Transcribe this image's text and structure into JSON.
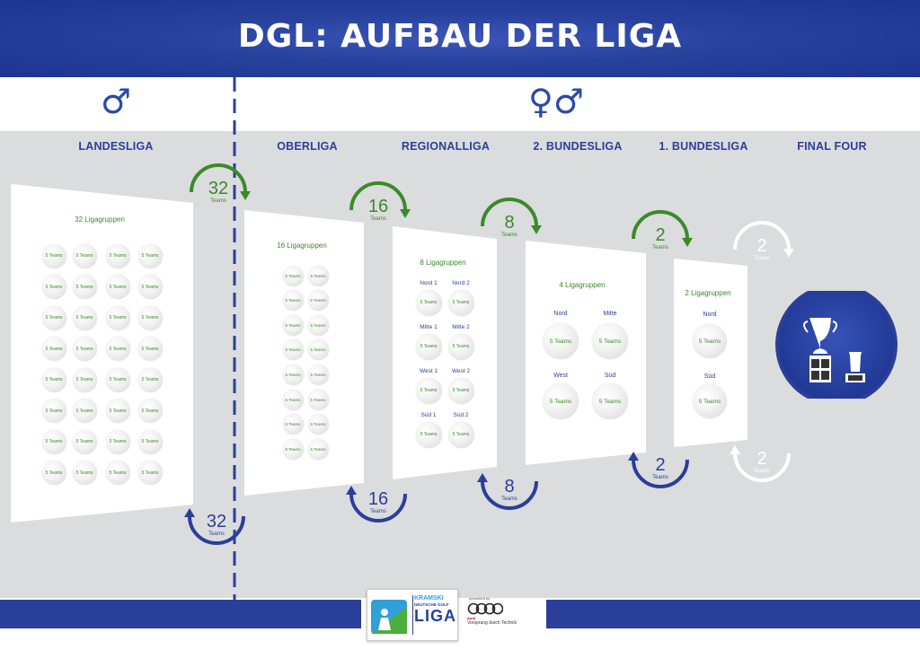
{
  "title": "DGL: AUFBAU DER LIGA",
  "gender": {
    "men": "♂",
    "mixed": "♀♂"
  },
  "columns": [
    "LANDESLIGA",
    "OBERLIGA",
    "REGIONALLIGA",
    "2. BUNDESLIGA",
    "1. BUNDESLIGA",
    "FINAL FOUR"
  ],
  "panels": [
    {
      "label": "32 Ligagruppen",
      "ball_text": "5 Teams",
      "rows": 8,
      "cols": 4
    },
    {
      "label": "16 Ligagruppen",
      "ball_text": "5 Teams",
      "rows": 8,
      "cols": 2
    },
    {
      "label": "8 Ligagruppen",
      "ball_text": "5 Teams",
      "regions": [
        "Nord 1",
        "Nord 2",
        "Mitte 1",
        "Mitte 2",
        "West 1",
        "West 2",
        "Süd 1",
        "Süd 2"
      ]
    },
    {
      "label": "4 Ligagruppen",
      "ball_text": "5 Teams",
      "regions": [
        "Nord",
        "Mitte",
        "West",
        "Süd"
      ]
    },
    {
      "label": "2 Ligagruppen",
      "ball_text": "5 Teams",
      "regions": [
        "Nord",
        "Süd"
      ]
    }
  ],
  "promotion": [
    {
      "value": "32",
      "unit": "Teams"
    },
    {
      "value": "16",
      "unit": "Teams"
    },
    {
      "value": "8",
      "unit": "Teams"
    },
    {
      "value": "2",
      "unit": "Teams"
    },
    {
      "value": "2",
      "unit": "Teams"
    }
  ],
  "relegation": [
    {
      "value": "32",
      "unit": "Teams"
    },
    {
      "value": "16",
      "unit": "Teams"
    },
    {
      "value": "8",
      "unit": "Teams"
    },
    {
      "value": "2",
      "unit": "Teams"
    },
    {
      "value": "2",
      "unit": "Teams"
    }
  ],
  "colors": {
    "blue": "#2a3f99",
    "green": "#3a8a2a",
    "gray": "#dbdcde",
    "white": "#ffffff"
  },
  "icons": {
    "trophy": "trophy-icon",
    "golfer": "golfer-logo-icon",
    "audi": "audi-rings-icon"
  },
  "logo": {
    "brand": "KRAMSKI",
    "sub": "DEUTSCHE GOLF",
    "name": "LIGA"
  },
  "sponsor": {
    "presented": "presented by",
    "brand": "Audi",
    "tagline": "Vorsprung durch Technik"
  }
}
